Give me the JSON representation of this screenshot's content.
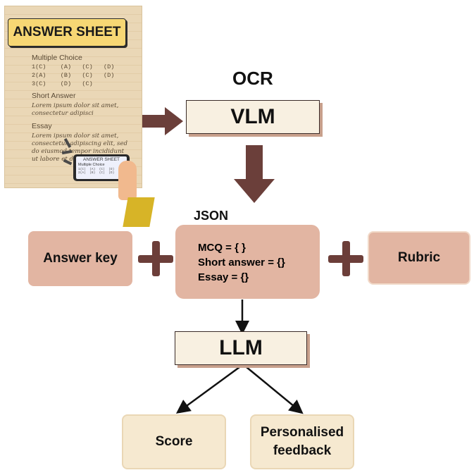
{
  "answer_sheet": {
    "title": "ANSWER SHEET",
    "mc_heading": "Multiple Choice",
    "mc_rows": [
      "1(C)    (A)   (C)   (D)",
      "2(A)    (B)   (C)   (D)",
      "3(C)    (D)   (C)"
    ],
    "short_heading": "Short Answer",
    "short_text": [
      "Lorem ipsum dolor sit amet,",
      "consectetur adipisci"
    ],
    "essay_heading": "Essay",
    "essay_text": [
      "Lorem ipsum dolor sit amet,",
      "consectetur adipiscing elit, sed",
      "do eiusmod tempor incididunt",
      "ut labore et dolore"
    ],
    "phone_title": "ANSWER SHEET",
    "phone_line": "Multiple Choice",
    "phone_rows": [
      "1(C)  (A)  (C)  (D)",
      "2(A)  (B)  (C)  (D)"
    ]
  },
  "ocr_label": "OCR",
  "vlm_label": "VLM",
  "json_label": "JSON",
  "json_box": [
    "MCQ = { }",
    "Short answer = {}",
    "Essay = {}"
  ],
  "answer_key_label": "Answer key",
  "rubric_label": "Rubric",
  "llm_label": "LLM",
  "score_label": "Score",
  "feedback_label": [
    "Personalised",
    "feedback"
  ],
  "colors": {
    "arrow": "#6b3f3a",
    "pink_box": "#e2b5a2",
    "cream_box": "#f6e9d0",
    "vlm_box": "#f8f0e1",
    "plus": "#6c3e39"
  }
}
